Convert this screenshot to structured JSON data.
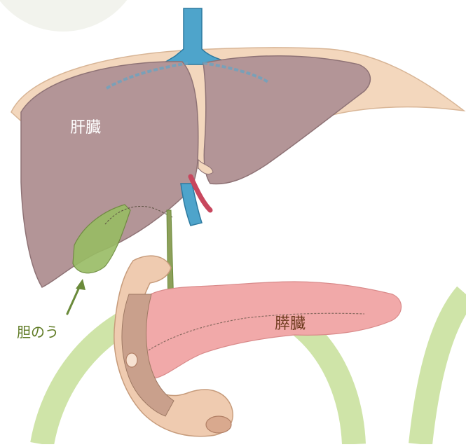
{
  "labels": {
    "liver": "肝臓",
    "pancreas": "膵臓",
    "gallbladder": "胆のう"
  },
  "colors": {
    "liver": "#b39597",
    "liver_outline": "#8f7376",
    "peritoneum": "#f3d7bd",
    "portal_vein": "#5aa9cf",
    "hepatic_artery": "#c8475e",
    "bile_duct": "#8da05a",
    "gallbladder": "#98bc64",
    "pancreas": "#f1a9a9",
    "duodenum": "#efcbb0",
    "background_ring": "#cfe4a8",
    "gallbladder_label": "#5e7a23",
    "pancreas_label": "#6e3b1e"
  },
  "icons": {
    "gallbladder_pointer": "arrow-up-right-icon"
  }
}
